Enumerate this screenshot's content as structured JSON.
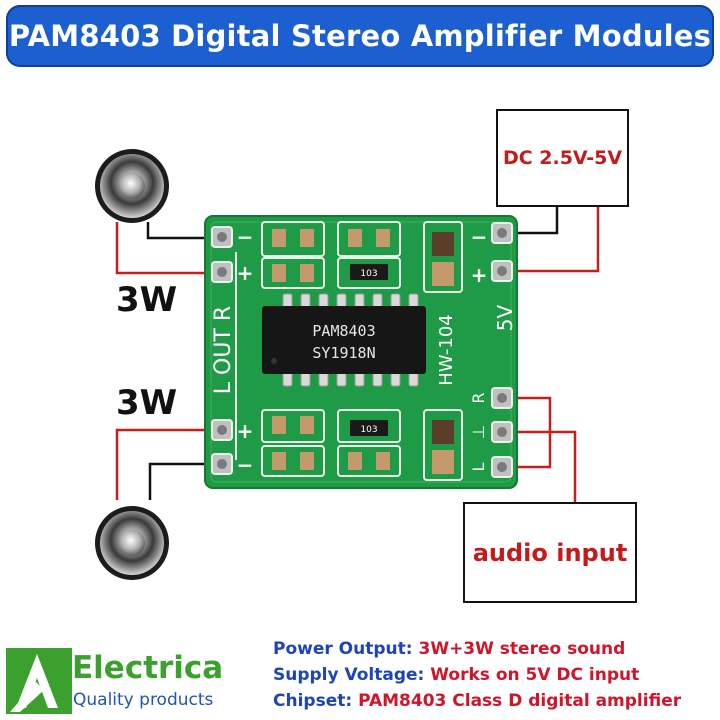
{
  "title": "PAM8403 Digital Stereo Amplifier Modules",
  "supply_box": "DC 2.5V-5V",
  "input_box": "audio input",
  "output_labels": [
    "3W",
    "3W"
  ],
  "board": {
    "chip_line1": "PAM8403",
    "chip_line2": "SY1918N",
    "model": "HW-104",
    "voltage": "5V",
    "out_label": "L OUT R",
    "input_pins": [
      "R",
      "⊥",
      "L"
    ],
    "resistor_code": "103"
  },
  "brand": {
    "name": "Electrica",
    "tagline": "Quality products",
    "color": "#3ba02e"
  },
  "specs": [
    {
      "label": "Power Output:",
      "value": "3W+3W stereo sound"
    },
    {
      "label": "Supply Voltage:",
      "value": "Works on 5V DC input"
    },
    {
      "label": "Chipset:",
      "value": "PAM8403 Class D digital amplifier"
    }
  ],
  "colors": {
    "banner": "#1b5fd1",
    "pcb": "#1f9a46",
    "wire_red": "#c81e1e",
    "wire_black": "#111111"
  }
}
